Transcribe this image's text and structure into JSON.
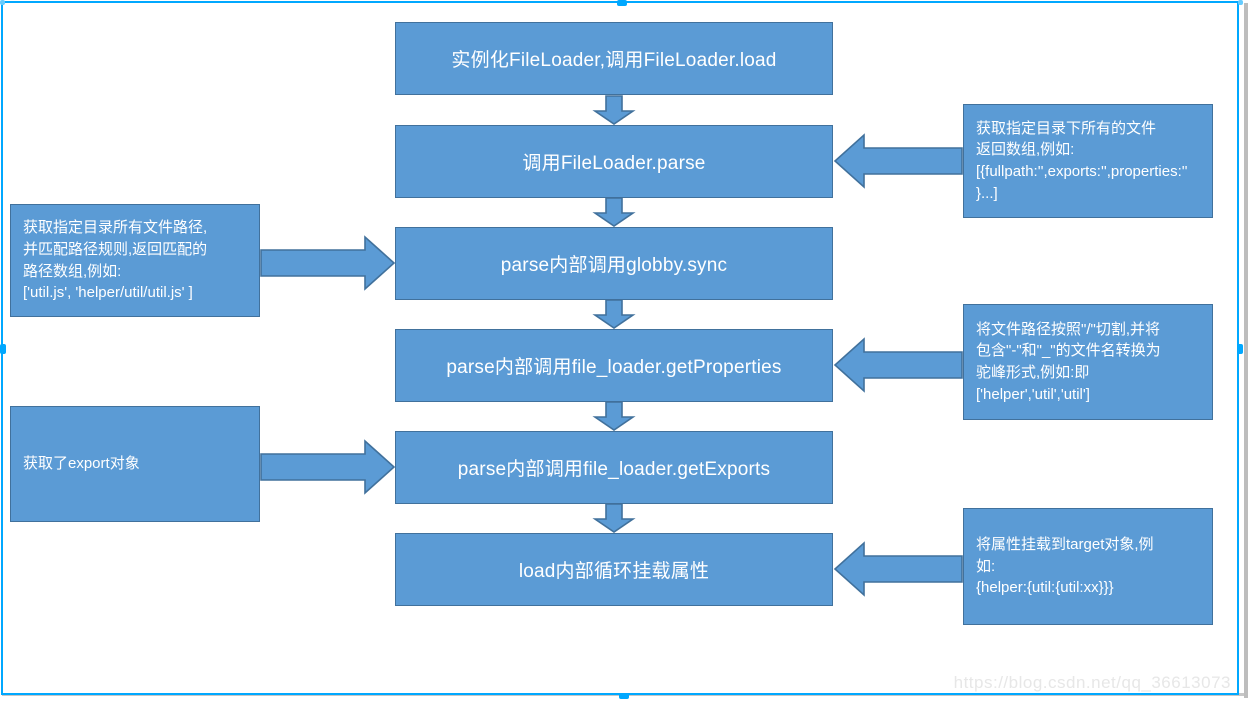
{
  "flow": {
    "steps": [
      "实例化FileLoader,调用FileLoader.load",
      "调用FileLoader.parse",
      "parse内部调用globby.sync",
      "parse内部调用file_loader.getProperties",
      "parse内部调用file_loader.getExports",
      "load内部循环挂载属性"
    ]
  },
  "annotations": {
    "right": [
      "获取指定目录下所有的文件\n返回数组,例如:\n[{fullpath:'',exports:'',properties:'' }...]",
      "将文件路径按照\"/\"切割,并将\n包含\"-\"和\"_\"的文件名转换为\n驼峰形式,例如:即\n['helper','util','util']",
      "将属性挂载到target对象,例\n如:\n{helper:{util:{util:xx}}}"
    ],
    "left": [
      "获取指定目录所有文件路径,\n并匹配路径规则,返回匹配的\n路径数组,例如:\n['util.js', 'helper/util/util.js' ]",
      "获取了export对象"
    ]
  },
  "watermark": "https://blog.csdn.net/qq_36613073",
  "colors": {
    "shape_fill": "#5b9bd5",
    "shape_border": "#41719c",
    "shape_text": "#ffffff",
    "selection": "#00a8ff",
    "watermark": "#e7e7e7"
  }
}
